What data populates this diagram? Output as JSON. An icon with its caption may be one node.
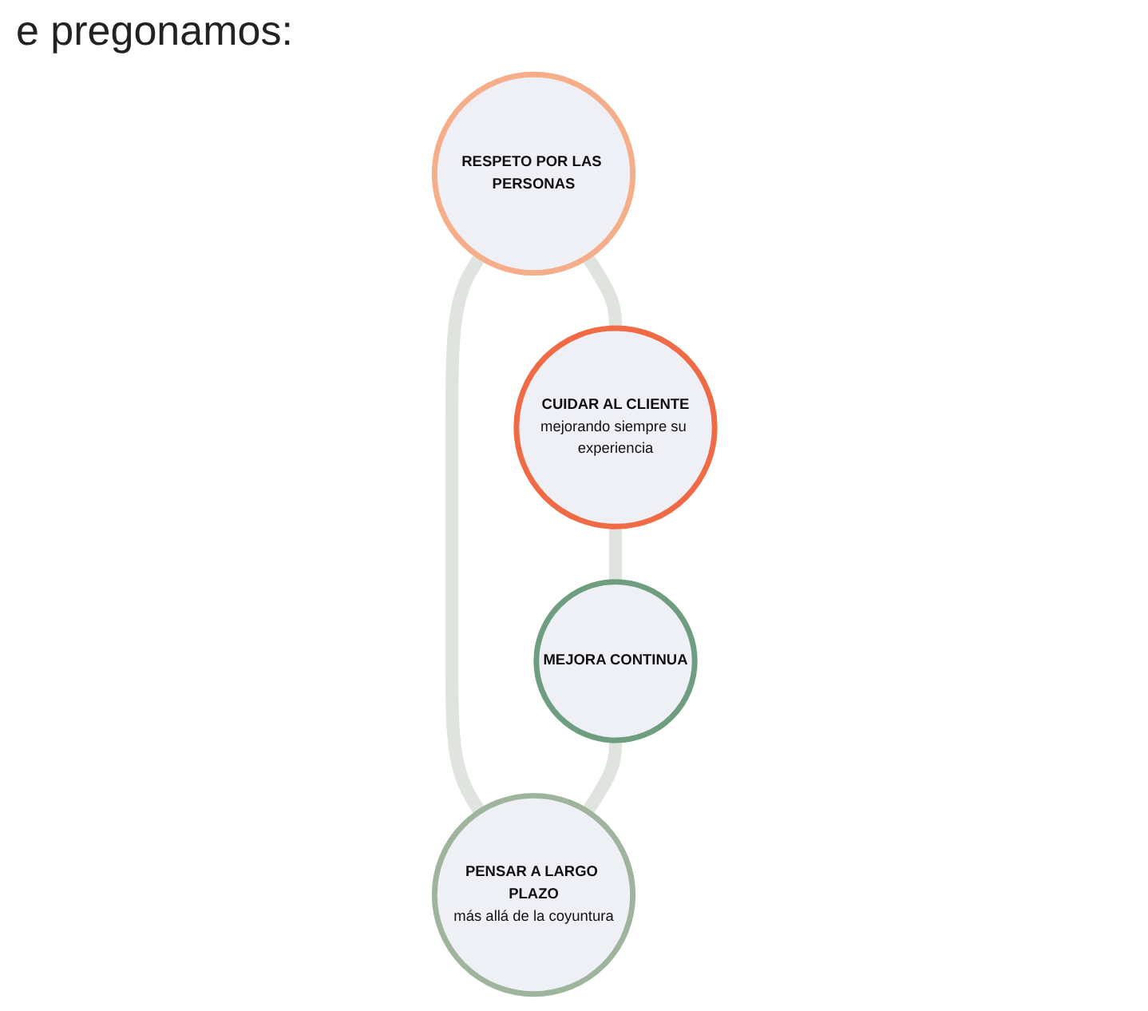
{
  "diagram": {
    "nodes": [
      {
        "text": [
          "CUIDAR AL CLIENTE",
          "mejorando siempre su experiencia"
        ]
      },
      {
        "text": [
          "RESPETO POR LAS PERSONAS"
        ]
      },
      {
        "text": [
          "MEJORA CONTINUA"
        ]
      },
      {
        "text": [
          "PENSAR A LARGO PLAZO",
          "más allá de la coyuntura"
        ]
      }
    ],
    "edges": [
      {
        "from": 1,
        "to": 0,
        "arrow": "none"
      },
      {
        "from": 0,
        "to": 2,
        "arrow": "none"
      },
      {
        "from": 1,
        "to": 3,
        "arrow": "none"
      },
      {
        "from": 2,
        "to": 3,
        "arrow": "none"
      }
    ],
    "labels": [
      "e pregonamos:"
    ]
  }
}
